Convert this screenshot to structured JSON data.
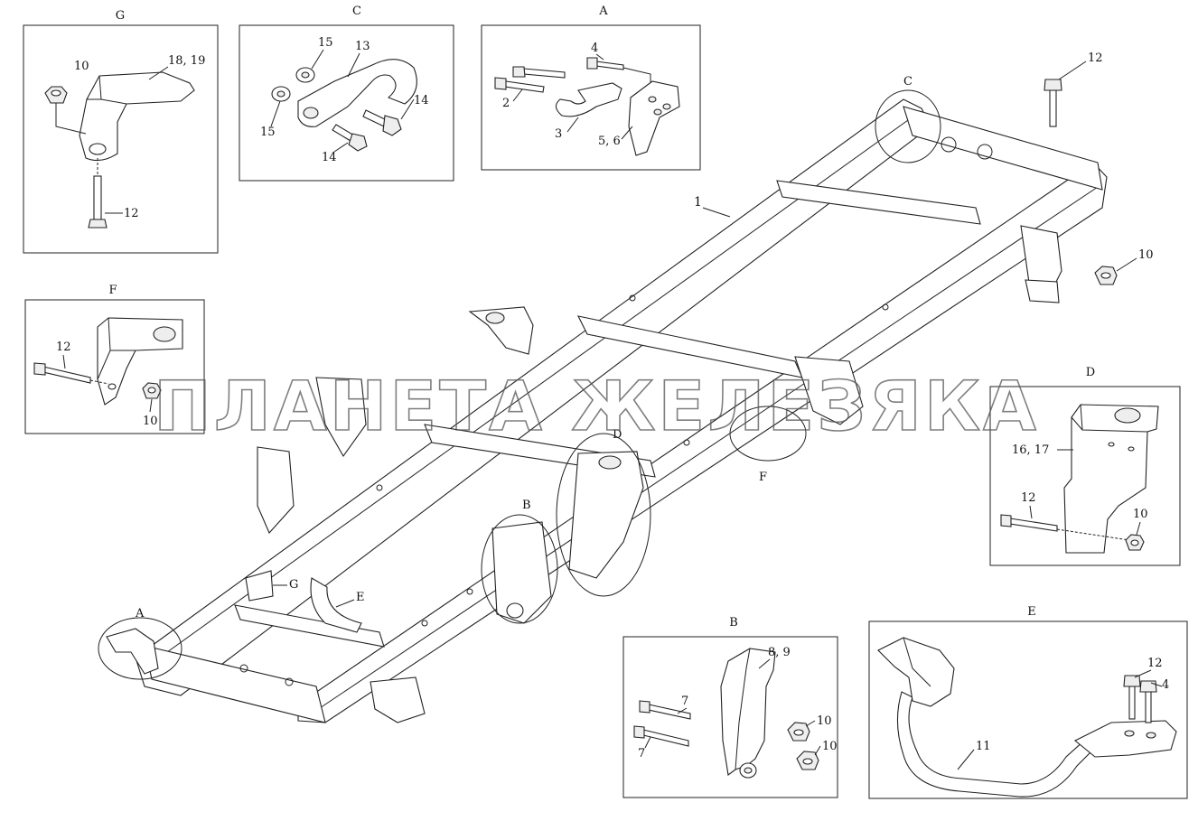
{
  "watermark": "ПЛАНЕТА ЖЕЛЕЗЯКА",
  "detail_views": [
    {
      "id": "G",
      "title": "G",
      "labels": [
        "10",
        "18, 19",
        "12"
      ]
    },
    {
      "id": "C",
      "title": "C",
      "labels": [
        "15",
        "13",
        "15",
        "14",
        "14"
      ]
    },
    {
      "id": "A",
      "title": "A",
      "labels": [
        "4",
        "2",
        "3",
        "5, 6"
      ]
    },
    {
      "id": "F",
      "title": "F",
      "labels": [
        "12",
        "10"
      ]
    },
    {
      "id": "D",
      "title": "D",
      "labels": [
        "16, 17",
        "12",
        "10"
      ]
    },
    {
      "id": "B",
      "title": "B",
      "labels": [
        "8, 9",
        "7",
        "7",
        "10",
        "10"
      ]
    },
    {
      "id": "E",
      "title": "E",
      "labels": [
        "12",
        "4",
        "11"
      ]
    }
  ],
  "main_view": {
    "callouts": [
      "1",
      "12",
      "10",
      "C",
      "D",
      "F",
      "B",
      "G",
      "E",
      "A"
    ]
  }
}
